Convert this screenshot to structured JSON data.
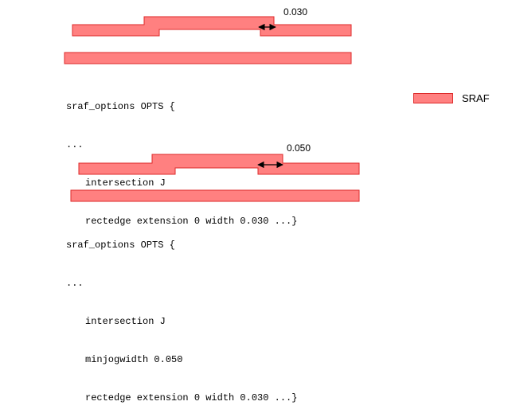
{
  "colors": {
    "sraf_fill": "#ff8080",
    "sraf_stroke": "#dd2a2a",
    "text": "#000000"
  },
  "legend": {
    "label": "SRAF",
    "icon": "sraf-swatch-icon"
  },
  "diagram1": {
    "dimension_label": "0.030",
    "code": {
      "line1": "sraf_options OPTS {",
      "line2": "...",
      "line3": "intersection J",
      "line4": "rectedge extension 0 width 0.030 ...}"
    }
  },
  "diagram2": {
    "dimension_label": "0.050",
    "code": {
      "line1": "sraf_options OPTS {",
      "line2": "...",
      "line3": "intersection J",
      "line4": "minjogwidth 0.050",
      "line5": "rectedge extension 0 width 0.030 ...}"
    }
  }
}
